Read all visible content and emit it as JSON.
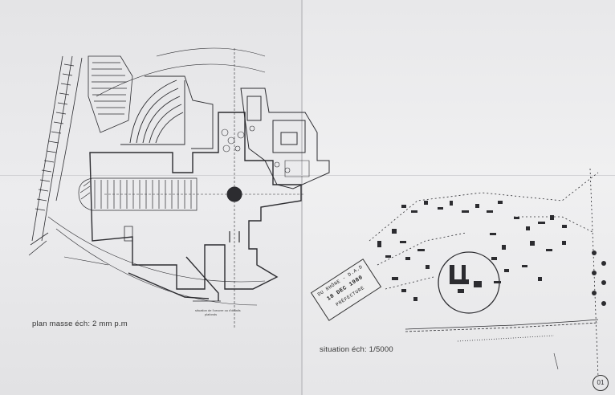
{
  "captions": {
    "plan_masse": "plan masse   éch: 2 mm p.m",
    "situation": "situation  éch: 1/5000"
  },
  "notes": {
    "line1": "situation de l'oeuvre  ou d'détails",
    "line2": "plafonds"
  },
  "stamp": {
    "line1": "DU RHÔNE - D.A.D",
    "line2": "18 DEC 1980",
    "line3": "PRÉFECTURE"
  },
  "page_number": "01"
}
